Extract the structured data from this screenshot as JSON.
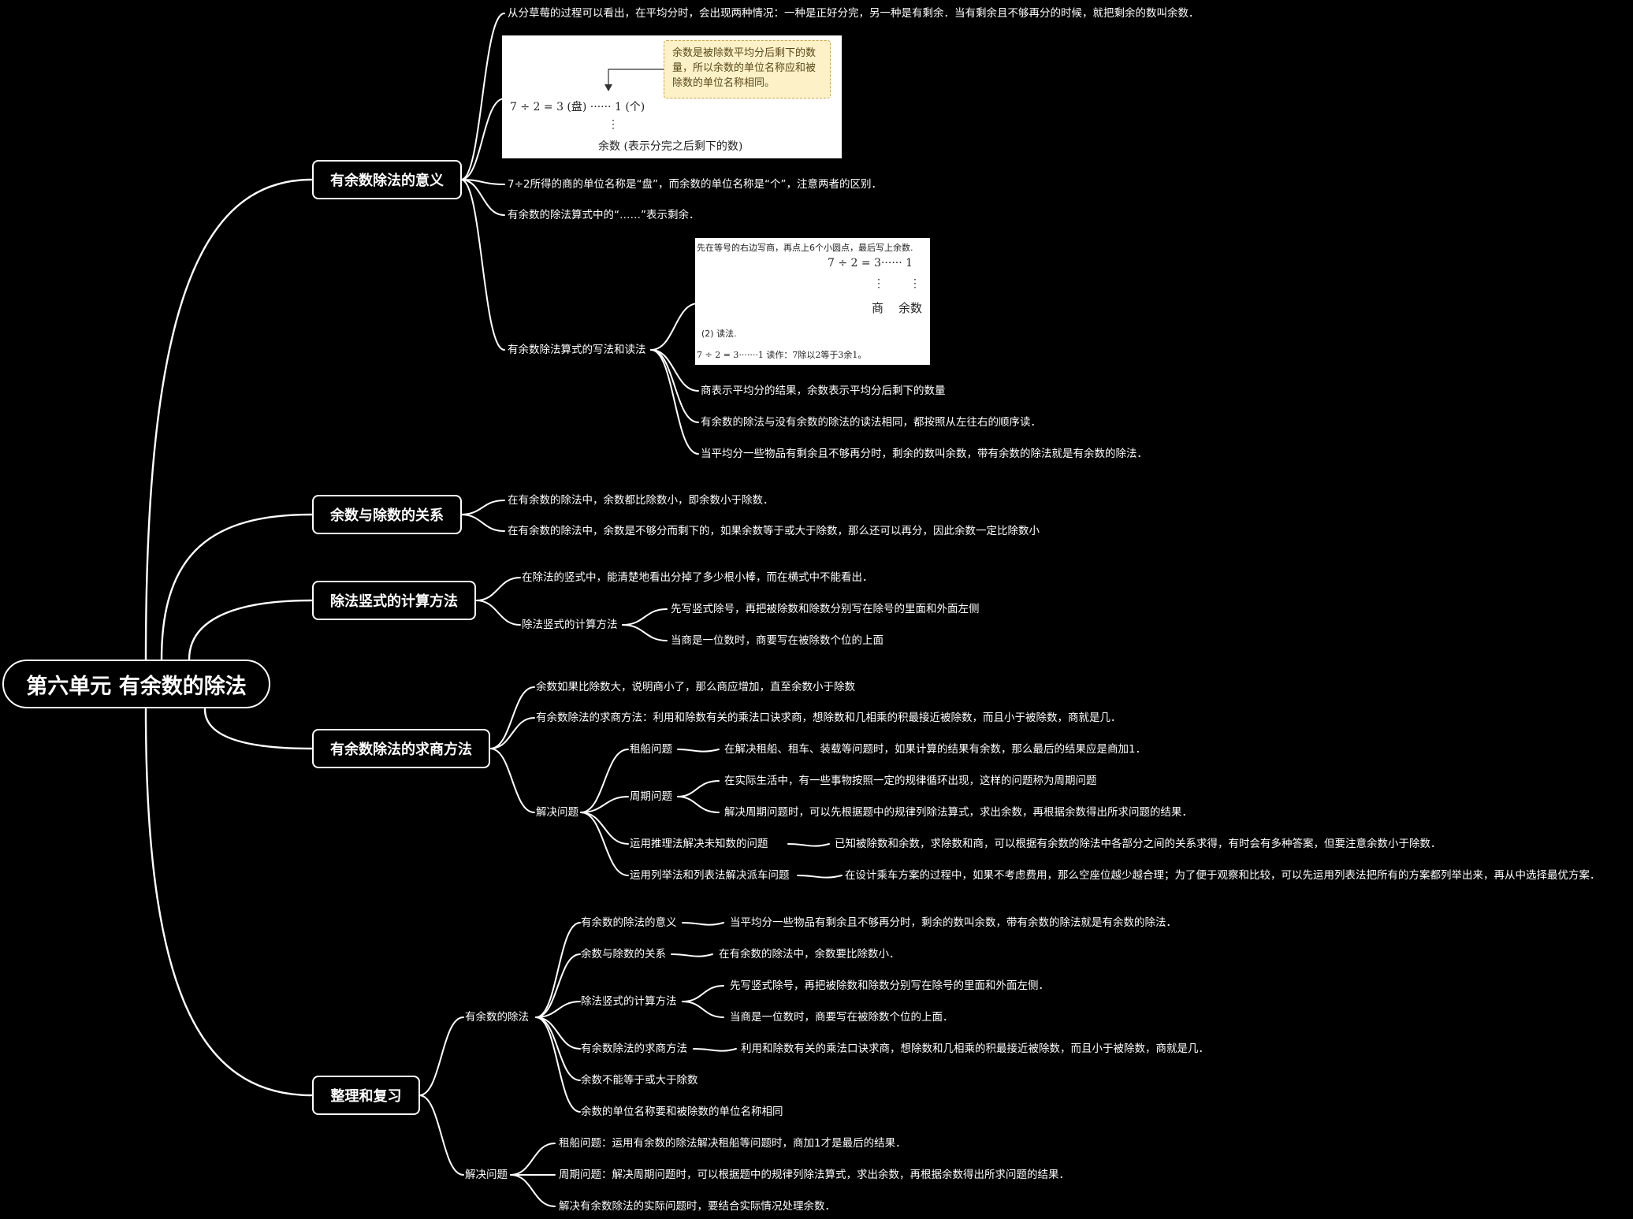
{
  "root": "第六单元 有余数的除法",
  "branches": {
    "b1": "有余数除法的意义",
    "b2": "余数与除数的关系",
    "b3": "除法竖式的计算方法",
    "b4": "有余数除法的求商方法",
    "b5": "整理和复习"
  },
  "meaning": {
    "t1": "从分草莓的过程可以看出，在平均分时，会出现两种情况：一种是正好分完，另一种是有剩余．当有剩余且不够再分的时候，就把剩余的数叫余数．",
    "img1": {
      "note": "余数是被除数平均分后剩下的数量，所以余数的单位名称应和被除数的单位名称相同。",
      "eq": "7 ÷ 2 = 3 (盘) ······ 1 (个)",
      "dots": "⋮",
      "caption": "余数 (表示分完之后剩下的数)"
    },
    "t2": "7÷2所得的商的单位名称是“盘”，而余数的单位名称是“个”，注意两者的区别．",
    "t3": "有余数的除法算式中的“……”表示剩余．",
    "t4": "有余数除法算式的写法和读法",
    "img2": {
      "line1": "先在等号的右边写商，再点上6个小圆点，最后写上余数.",
      "eq": "7 ÷ 2 = 3······ 1",
      "dots1": "⋮",
      "dots2": "⋮",
      "lab1": "商",
      "lab2": "余数",
      "line2": "(2) 读法.",
      "line3": "7 ÷ 2 = 3·······1    读作：7除以2等于3余1。"
    },
    "s1": "商表示平均分的结果，余数表示平均分后剩下的数量",
    "s2": "有余数的除法与没有余数的除法的读法相同，都按照从左往右的顺序读．",
    "s3": "当平均分一些物品有剩余且不够再分时，剩余的数叫余数，带有余数的除法就是有余数的除法．"
  },
  "relation": {
    "t1": "在有余数的除法中，余数都比除数小，即余数小于除数．",
    "t2": "在有余数的除法中，余数是不够分而剩下的，如果余数等于或大于除数，那么还可以再分，因此余数一定比除数小"
  },
  "vertical": {
    "t1": "在除法的竖式中，能清楚地看出分掉了多少根小棒，而在横式中不能看出．",
    "t2": "除法竖式的计算方法",
    "s1": "先写竖式除号，再把被除数和除数分别写在除号的里面和外面左侧",
    "s2": "当商是一位数时，商要写在被除数个位的上面"
  },
  "quotient": {
    "t1": "余数如果比除数大，说明商小了，那么商应增加，直至余数小于除数",
    "t2": "有余数除法的求商方法：利用和除数有关的乘法口诀求商，想除数和几相乘的积最接近被除数，而且小于被除数，商就是几．",
    "t3": "解决问题",
    "p1": "租船问题",
    "p1a": "在解决租船、租车、装载等问题时，如果计算的结果有余数，那么最后的结果应是商加1．",
    "p2": "周期问题",
    "p2a": "在实际生活中，有一些事物按照一定的规律循环出现，这样的问题称为周期问题",
    "p2b": "解决周期问题时，可以先根据题中的规律列除法算式，求出余数，再根据余数得出所求问题的结果．",
    "p3": "运用推理法解决未知数的问题",
    "p3a": "已知被除数和余数，求除数和商，可以根据有余数的除法中各部分之间的关系求得，有时会有多种答案，但要注意余数小于除数．",
    "p4": "运用列举法和列表法解决派车问题",
    "p4a": "在设计乘车方案的过程中，如果不考虑费用，那么空座位越少越合理；为了便于观察和比较，可以先运用列表法把所有的方案都列举出来，再从中选择最优方案．"
  },
  "review": {
    "g1": "有余数的除法",
    "a": "有余数的除法的意义",
    "a1": "当平均分一些物品有剩余且不够再分时，剩余的数叫余数，带有余数的除法就是有余数的除法．",
    "b": "余数与除数的关系",
    "b1": "在有余数的除法中，余数要比除数小．",
    "c": "除法竖式的计算方法",
    "c1": "先写竖式除号，再把被除数和除数分别写在除号的里面和外面左侧．",
    "c2": "当商是一位数时，商要写在被除数个位的上面．",
    "d": "有余数除法的求商方法",
    "d1": "利用和除数有关的乘法口诀求商，想除数和几相乘的积最接近被除数，而且小于被除数，商就是几．",
    "e": "余数不能等于或大于除数",
    "f": "余数的单位名称要和被除数的单位名称相同",
    "g2": "解决问题",
    "r1": "租船问题：运用有余数的除法解决租船等问题时，商加1才是最后的结果．",
    "r2": "周期问题：解决周期问题时，可以根据题中的规律列除法算式，求出余数，再根据余数得出所求问题的结果．",
    "r3": "解决有余数除法的实际问题时，要结合实际情况处理余数．"
  }
}
